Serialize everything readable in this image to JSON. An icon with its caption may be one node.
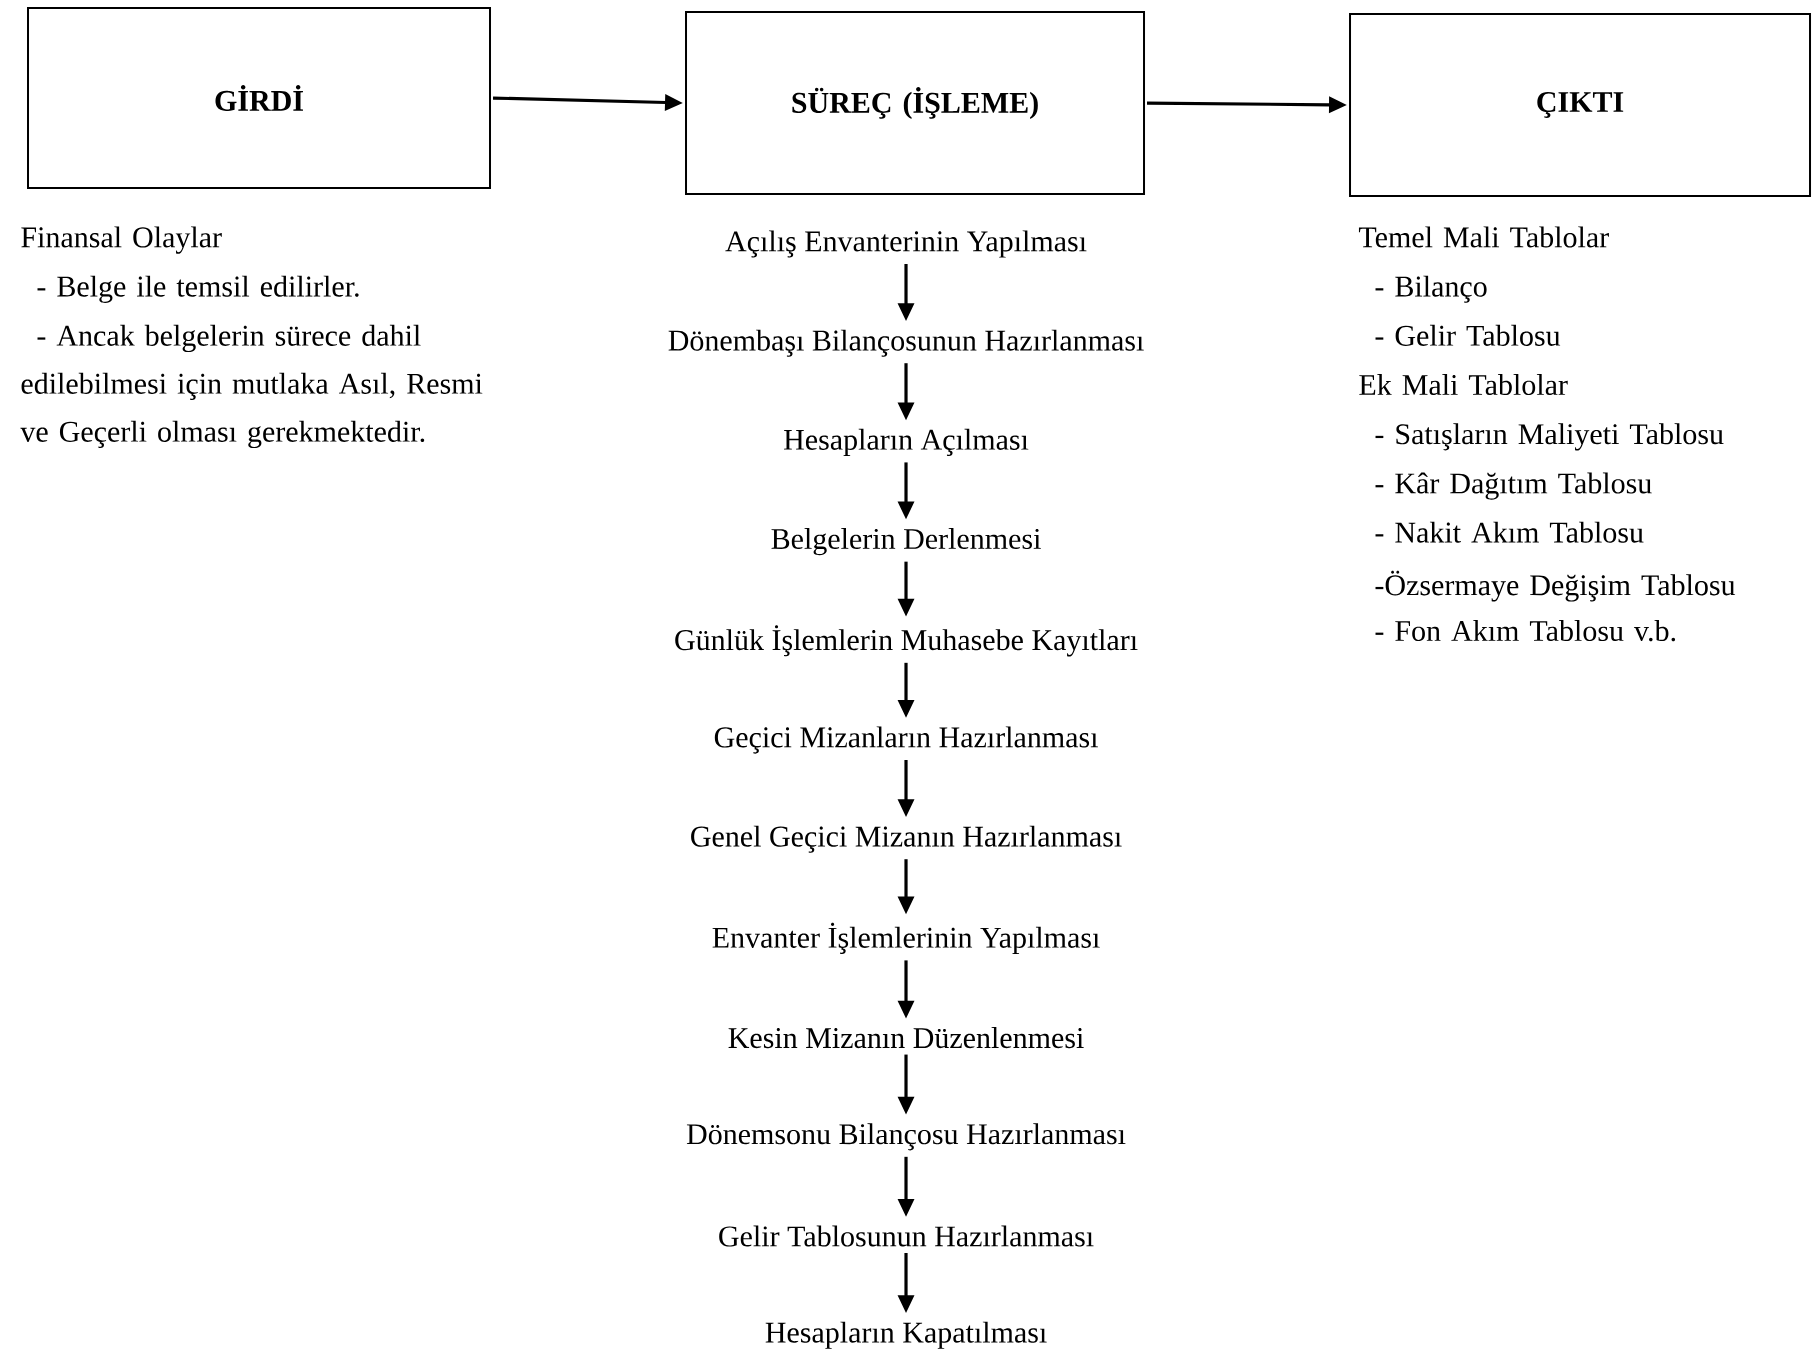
{
  "diagram": {
    "nodes": [
      {
        "text": [
          "GİRDİ"
        ],
        "beside": [
          "Finansal Olaylar",
          "- Belge ile temsil edilirler.",
          "- Ancak belgelerin sürece dahil edilebilmesi için mutlaka Asıl, Resmi ve Geçerli olması gerekmektedir."
        ]
      },
      {
        "text": [
          "SÜREÇ (İŞLEME)"
        ]
      },
      {
        "text": [
          "ÇIKTI"
        ],
        "beside": [
          "Temel Mali Tablolar",
          "- Bilanço",
          "- Gelir Tablosu",
          "Ek Mali Tablolar",
          "- Satışların Maliyeti Tablosu",
          "- Kâr Dağıtım Tablosu",
          "- Nakit Akım Tablosu",
          "-Özsermaye Değişim Tablosu",
          "- Fon Akım Tablosu v.b."
        ]
      },
      {
        "text": [
          "Açılış Envanterinin Yapılması"
        ]
      },
      {
        "text": [
          "Dönembaşı Bilançosunun Hazırlanması"
        ]
      },
      {
        "text": [
          "Hesapların Açılması"
        ]
      },
      {
        "text": [
          "Belgelerin Derlenmesi"
        ]
      },
      {
        "text": [
          "Günlük İşlemlerin Muhasebe Kayıtları"
        ]
      },
      {
        "text": [
          "Geçici Mizanların Hazırlanması"
        ]
      },
      {
        "text": [
          "Genel Geçici Mizanın Hazırlanması"
        ]
      },
      {
        "text": [
          "Envanter İşlemlerinin Yapılması"
        ]
      },
      {
        "text": [
          "Kesin Mizanın Düzenlenmesi"
        ]
      },
      {
        "text": [
          "Dönemsonu Bilançosu Hazırlanması"
        ]
      },
      {
        "text": [
          "Gelir Tablosunun Hazırlanması"
        ]
      },
      {
        "text": [
          "Hesapların Kapatılması"
        ]
      }
    ],
    "edges": [
      {
        "from": 0,
        "to": 1,
        "arrow": "to"
      },
      {
        "from": 1,
        "to": 2,
        "arrow": "to"
      },
      {
        "from": 3,
        "to": 4,
        "arrow": "to"
      },
      {
        "from": 4,
        "to": 5,
        "arrow": "to"
      },
      {
        "from": 5,
        "to": 6,
        "arrow": "to"
      },
      {
        "from": 6,
        "to": 7,
        "arrow": "to"
      },
      {
        "from": 7,
        "to": 8,
        "arrow": "to"
      },
      {
        "from": 8,
        "to": 9,
        "arrow": "to"
      },
      {
        "from": 9,
        "to": 10,
        "arrow": "to"
      },
      {
        "from": 10,
        "to": 11,
        "arrow": "to"
      },
      {
        "from": 11,
        "to": 12,
        "arrow": "to"
      },
      {
        "from": 12,
        "to": 13,
        "arrow": "to"
      },
      {
        "from": 13,
        "to": 14,
        "arrow": "to"
      }
    ]
  }
}
